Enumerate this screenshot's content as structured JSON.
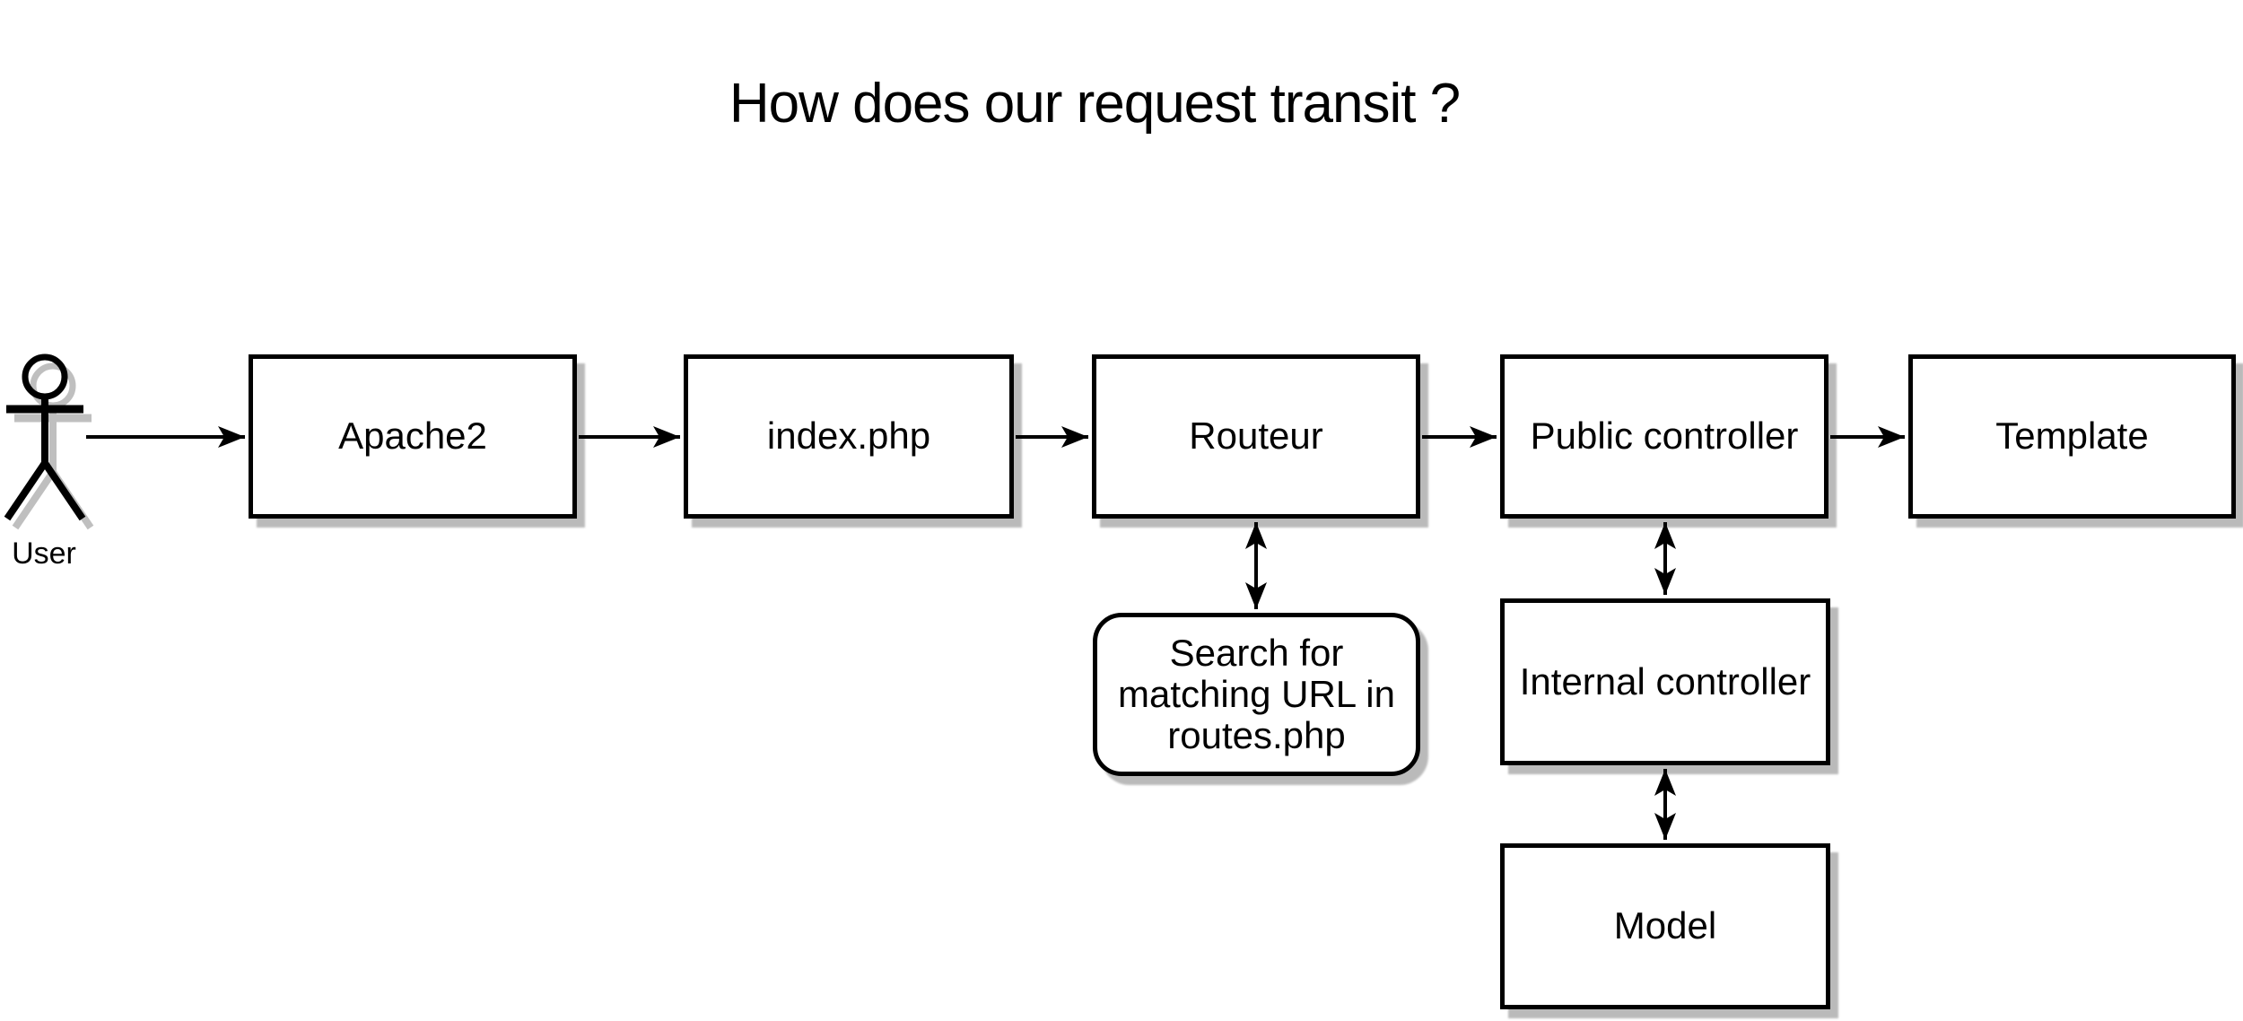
{
  "title": "How does our request transit ?",
  "actor": {
    "label": "User",
    "icon": "stick-figure-person"
  },
  "nodes": [
    {
      "id": "apache2",
      "label": "Apache2",
      "shape": "rect"
    },
    {
      "id": "index-php",
      "label": "index.php",
      "shape": "rect"
    },
    {
      "id": "routeur",
      "label": "Routeur",
      "shape": "rect"
    },
    {
      "id": "public-controller",
      "label": "Public controller",
      "shape": "rect"
    },
    {
      "id": "template",
      "label": "Template",
      "shape": "rect"
    },
    {
      "id": "search-url",
      "label": "Search for matching URL in routes.php",
      "shape": "rounded-rect"
    },
    {
      "id": "internal-controller",
      "label": "Internal controller",
      "shape": "rect"
    },
    {
      "id": "model",
      "label": "Model",
      "shape": "rect"
    }
  ],
  "edges": [
    {
      "from": "user",
      "to": "apache2",
      "type": "arrow"
    },
    {
      "from": "apache2",
      "to": "index-php",
      "type": "arrow"
    },
    {
      "from": "index-php",
      "to": "routeur",
      "type": "arrow"
    },
    {
      "from": "routeur",
      "to": "public-controller",
      "type": "arrow"
    },
    {
      "from": "public-controller",
      "to": "template",
      "type": "arrow"
    },
    {
      "from": "routeur",
      "to": "search-url",
      "type": "double-arrow"
    },
    {
      "from": "public-controller",
      "to": "internal-controller",
      "type": "double-arrow"
    },
    {
      "from": "internal-controller",
      "to": "model",
      "type": "double-arrow"
    }
  ],
  "colors": {
    "stroke": "#000000",
    "fill": "#ffffff",
    "text": "#000000",
    "shadow": "#b9b9b9",
    "background": "#ffffff"
  }
}
